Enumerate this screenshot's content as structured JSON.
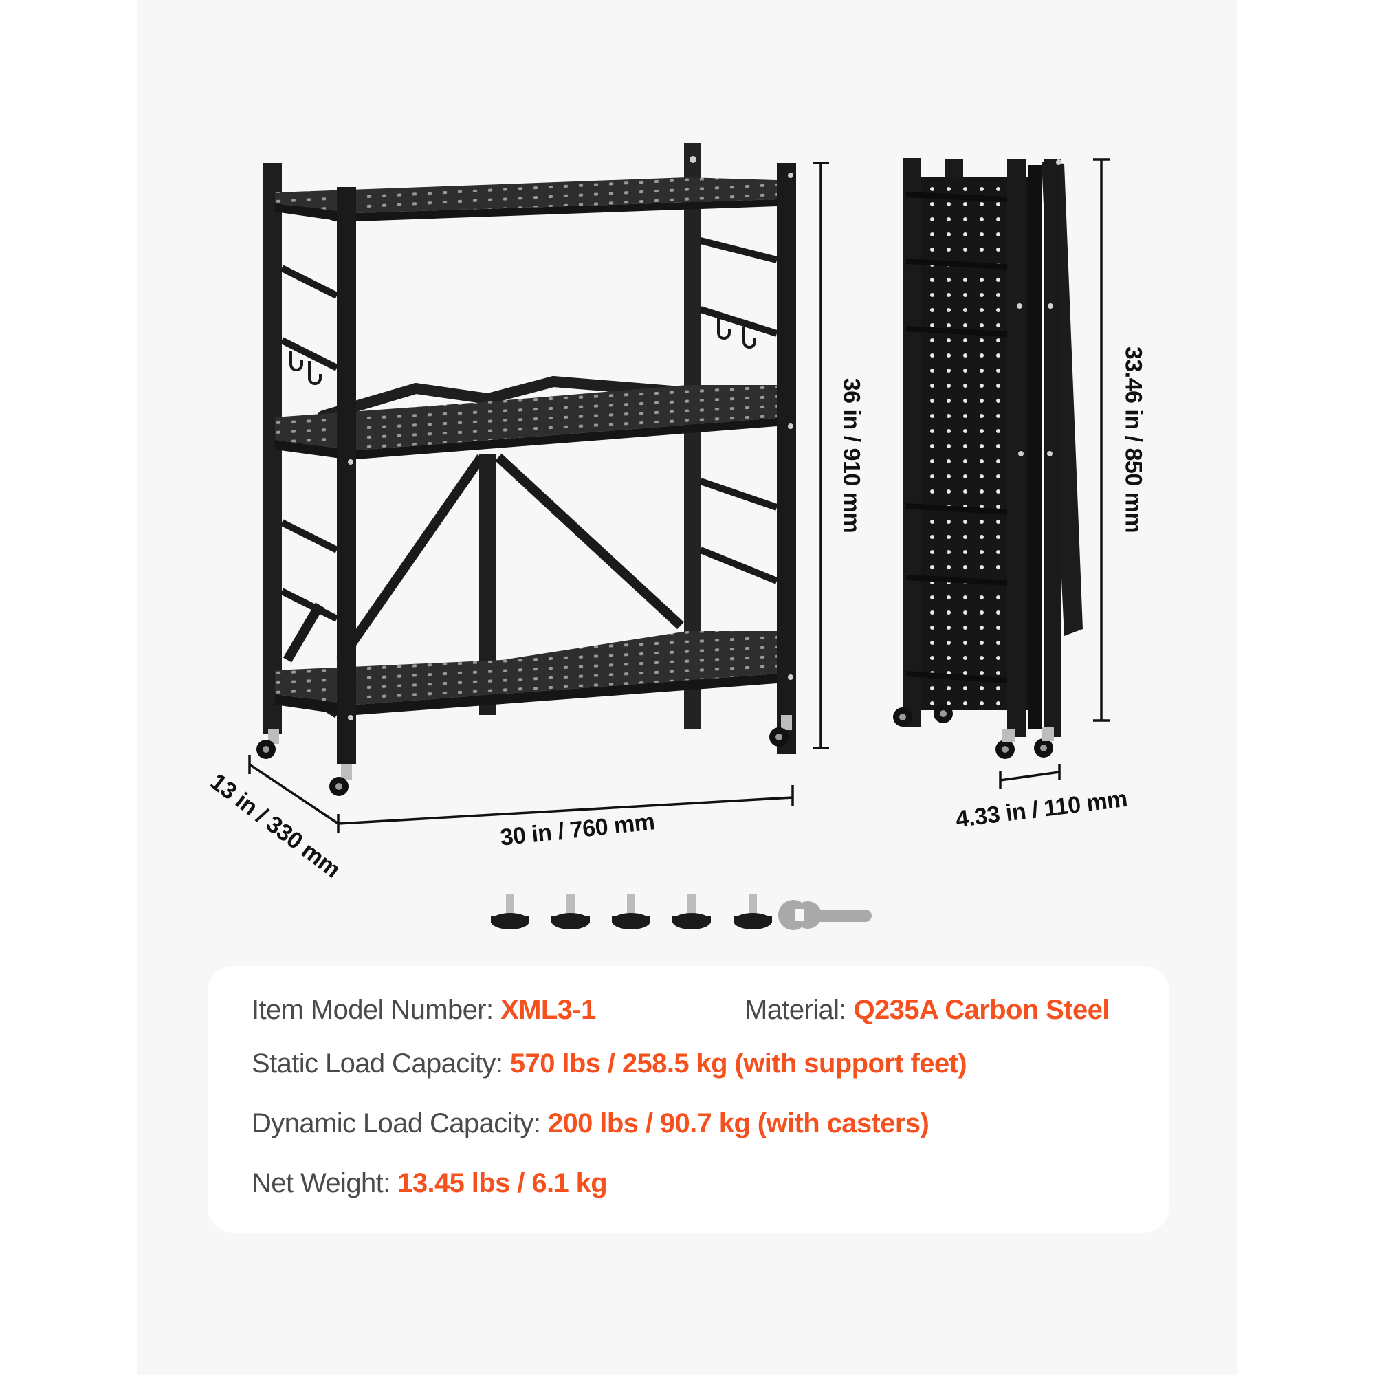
{
  "dimensions": {
    "height_unfolded": "36 in / 910 mm",
    "height_folded": "33.46 in / 850 mm",
    "width": "30 in / 760 mm",
    "depth": "13 in / 330 mm",
    "folded_depth": "4.33 in / 110 mm"
  },
  "accessories": {
    "support_feet_count": 5,
    "tool": "wrench-icon"
  },
  "specs": {
    "model": {
      "label": "Item Model Number:",
      "value": "XML3-1"
    },
    "material": {
      "label": "Material:",
      "value": "Q235A Carbon Steel"
    },
    "static_load": {
      "label": "Static Load Capacity:",
      "value": "570 lbs / 258.5 kg (with support feet)"
    },
    "dynamic_load": {
      "label": "Dynamic Load Capacity:",
      "value": "200 lbs / 90.7 kg (with casters)"
    },
    "net_weight": {
      "label": "Net Weight:",
      "value": "13.45 lbs / 6.1 kg"
    }
  },
  "colors": {
    "accent": "#f4511e",
    "label": "#4a4a4a",
    "card_bg": "#f7f7f7",
    "panel_bg": "#ffffff",
    "product": "#1c1c1c"
  }
}
